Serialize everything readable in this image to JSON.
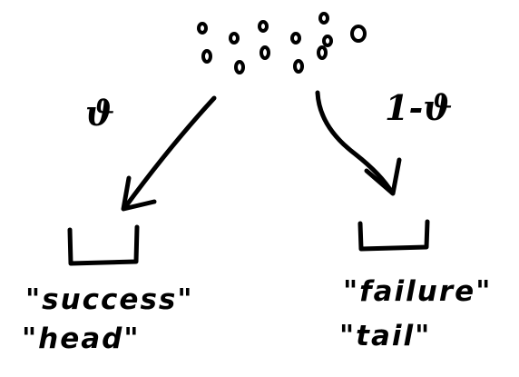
{
  "diagram": {
    "left_branch": {
      "probability_label": "ϑ",
      "outcome_line_1": "\"success\"",
      "outcome_line_2": "\"head\""
    },
    "right_branch": {
      "probability_label": "1-ϑ",
      "outcome_line_1": "\"failure\"",
      "outcome_line_2": "\"tail\""
    },
    "ink_color": "#000000",
    "background_color": "#ffffff"
  }
}
